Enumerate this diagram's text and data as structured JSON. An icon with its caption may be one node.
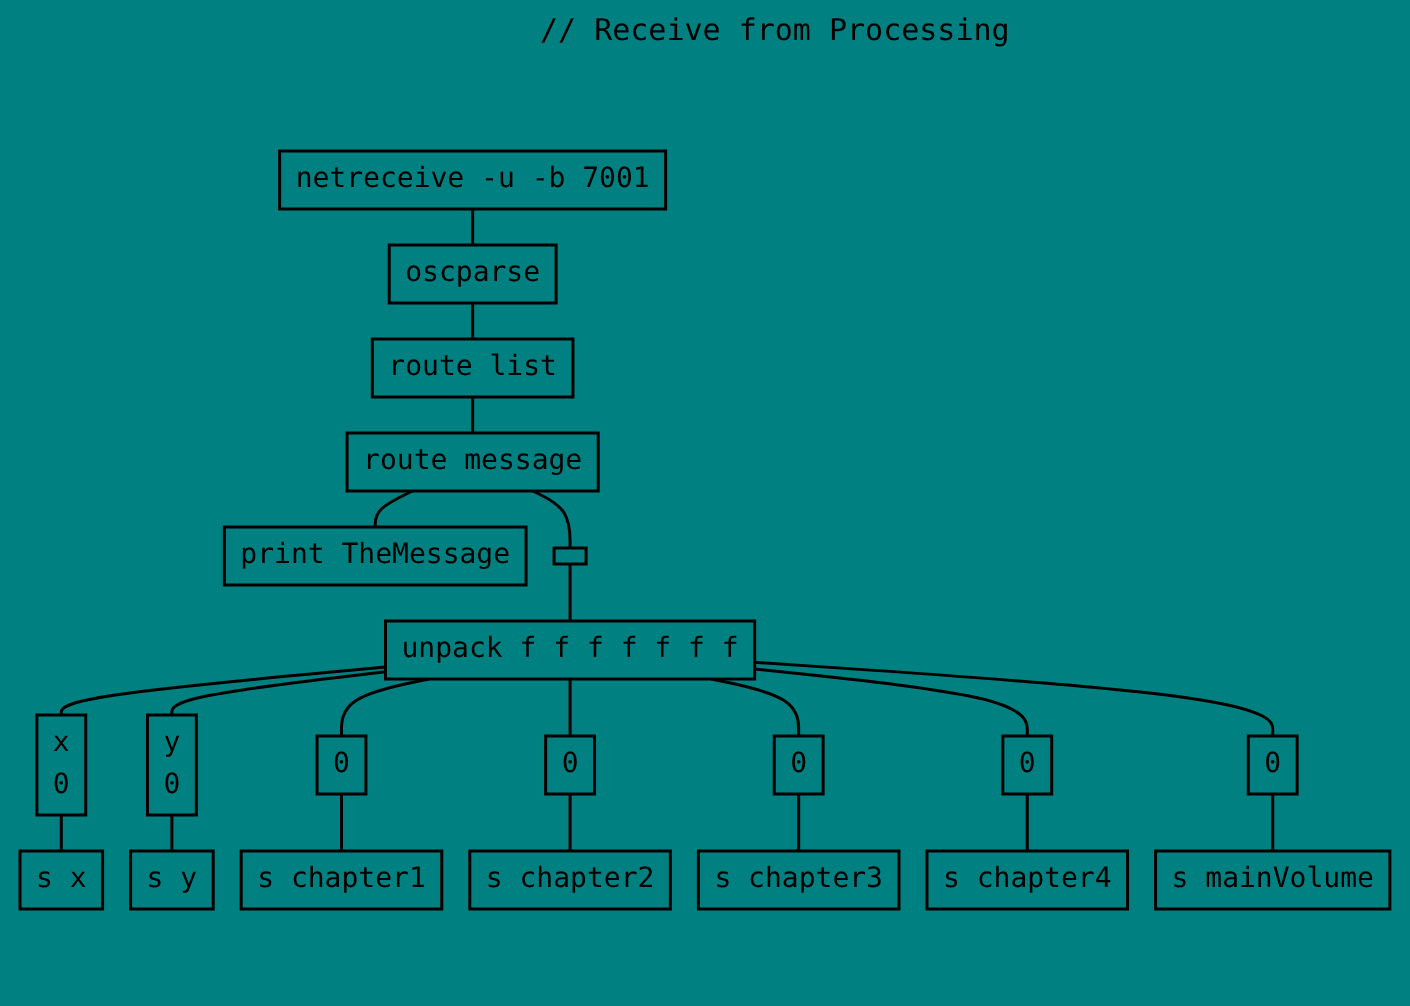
{
  "diagram": {
    "nodes": [
      {
        "text": [
          "netreceive -u -b 7001"
        ]
      },
      {
        "text": [
          "oscparse"
        ]
      },
      {
        "text": [
          "route list"
        ]
      },
      {
        "text": [
          "route message"
        ]
      },
      {
        "text": [
          "print TheMessage"
        ]
      },
      {
        "text": [],
        "shape": "box"
      },
      {
        "text": [
          "unpack f f f f f f f"
        ]
      },
      {
        "text": [
          "x",
          "0"
        ]
      },
      {
        "text": [
          "s x"
        ]
      },
      {
        "text": [
          "y",
          "0"
        ]
      },
      {
        "text": [
          "s y"
        ]
      },
      {
        "text": [
          "0"
        ]
      },
      {
        "text": [
          "s chapter1"
        ]
      },
      {
        "text": [
          "0"
        ]
      },
      {
        "text": [
          "s chapter2"
        ]
      },
      {
        "text": [
          "0"
        ]
      },
      {
        "text": [
          "s chapter3"
        ]
      },
      {
        "text": [
          "0"
        ]
      },
      {
        "text": [
          "s chapter4"
        ]
      },
      {
        "text": [
          "0"
        ]
      },
      {
        "text": [
          "s mainVolume"
        ]
      }
    ],
    "edges": [
      {
        "from": 0,
        "to": 1,
        "arrow": "none"
      },
      {
        "from": 1,
        "to": 2,
        "arrow": "none"
      },
      {
        "from": 2,
        "to": 3,
        "arrow": "none"
      },
      {
        "from": 3,
        "to": 4,
        "arrow": "none"
      },
      {
        "from": 3,
        "to": 5,
        "arrow": "none"
      },
      {
        "from": 5,
        "to": 6,
        "arrow": "none"
      },
      {
        "from": 6,
        "to": 7,
        "arrow": "none"
      },
      {
        "from": 7,
        "to": 8,
        "arrow": "none"
      },
      {
        "from": 6,
        "to": 9,
        "arrow": "none"
      },
      {
        "from": 9,
        "to": 10,
        "arrow": "none"
      },
      {
        "from": 6,
        "to": 11,
        "arrow": "none"
      },
      {
        "from": 11,
        "to": 12,
        "arrow": "none"
      },
      {
        "from": 6,
        "to": 13,
        "arrow": "none"
      },
      {
        "from": 13,
        "to": 14,
        "arrow": "none"
      },
      {
        "from": 6,
        "to": 15,
        "arrow": "none"
      },
      {
        "from": 15,
        "to": 16,
        "arrow": "none"
      },
      {
        "from": 6,
        "to": 17,
        "arrow": "none"
      },
      {
        "from": 17,
        "to": 18,
        "arrow": "none"
      },
      {
        "from": 6,
        "to": 19,
        "arrow": "none"
      },
      {
        "from": 19,
        "to": 20,
        "arrow": "none"
      }
    ],
    "labels": [
      "// Receive from Processing"
    ]
  }
}
